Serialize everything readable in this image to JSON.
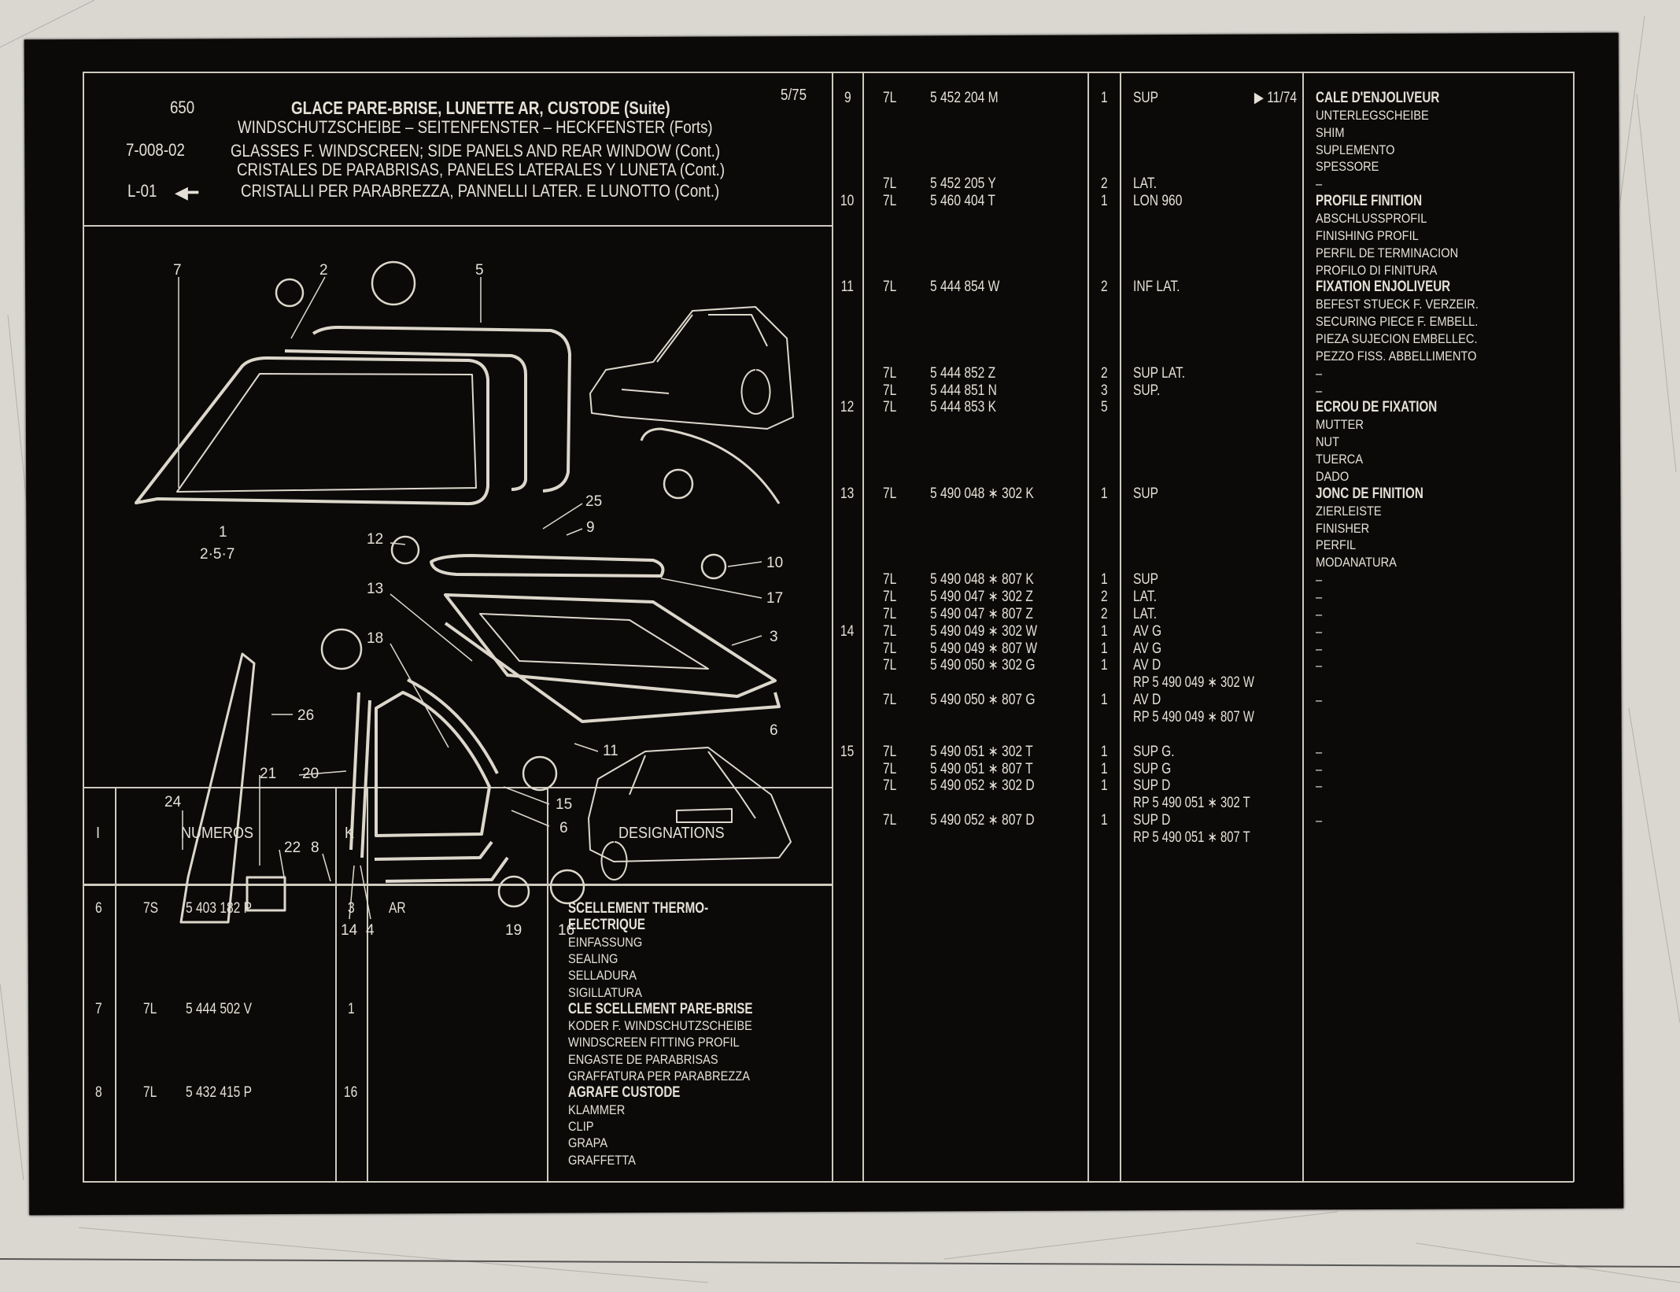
{
  "header": {
    "group_code": "650",
    "date": "5/75",
    "reference": "7-008-02",
    "link": "L-01",
    "link_icon": "arrow-left-icon",
    "titles": [
      "GLACE PARE-BRISE, LUNETTE AR,  CUSTODE (Suite)",
      "WINDSCHUTZSCHEIBE – SEITENFENSTER – HECKFENSTER (Forts)",
      "GLASSES F. WINDSCREEN; SIDE PANELS AND REAR WINDOW (Cont.)",
      "CRISTALES DE PARABRISAS, PANELES LATERALES Y LUNETA (Cont.)",
      "CRISTALLI PER PARABREZZA, PANNELLI LATER. E LUNOTTO (Cont.)"
    ]
  },
  "diagram": {
    "callouts": [
      "7",
      "2",
      "5",
      "1",
      "2·5·7",
      "25",
      "9",
      "12",
      "10",
      "13",
      "17",
      "18",
      "3",
      "26",
      "6",
      "21",
      "20",
      "11",
      "24",
      "15",
      "6",
      "22",
      "8",
      "14",
      "4",
      "19",
      "16"
    ]
  },
  "table_header": {
    "item": "I",
    "numbers": "NUMEROS",
    "qty": "K",
    "designations": "DESIGNATIONS"
  },
  "left_rows": [
    {
      "item": "6",
      "prefix": "7S",
      "number": "5 403 182 P",
      "qty": "3",
      "position": "AR",
      "designation": "SCELLEMENT  THERMO-",
      "bold": true
    },
    {
      "designation": "ELECTRIQUE",
      "bold": true
    },
    {
      "designation": "EINFASSUNG"
    },
    {
      "designation": "SEALING"
    },
    {
      "designation": "SELLADURA"
    },
    {
      "designation": "SIGILLATURA"
    },
    {
      "item": "7",
      "prefix": "7L",
      "number": "5 444 502 V",
      "qty": "1",
      "designation": "CLE SCELLEMENT PARE-BRISE",
      "bold": true
    },
    {
      "designation": "KODER F. WINDSCHUTZSCHEIBE"
    },
    {
      "designation": "WINDSCREEN FITTING PROFIL"
    },
    {
      "designation": "ENGASTE DE PARABRISAS"
    },
    {
      "designation": "GRAFFATURA PER PARABREZZA"
    },
    {
      "item": "8",
      "prefix": "7L",
      "number": "5 432 415 P",
      "qty": "16",
      "designation": "AGRAFE CUSTODE",
      "bold": true
    },
    {
      "designation": "KLAMMER"
    },
    {
      "designation": "CLIP"
    },
    {
      "designation": "GRAPA"
    },
    {
      "designation": "GRAFFETTA"
    }
  ],
  "right_rows": [
    {
      "item": "9",
      "prefix": "7L",
      "number": "5 452 204 M",
      "qty": "1",
      "position": "SUP",
      "note": "▶ 11/74",
      "designation": "CALE D'ENJOLIVEUR",
      "bold": true
    },
    {
      "designation": "UNTERLEGSCHEIBE"
    },
    {
      "designation": "SHIM"
    },
    {
      "designation": "SUPLEMENTO"
    },
    {
      "designation": "SPESSORE"
    },
    {
      "prefix": "7L",
      "number": "5 452 205 Y",
      "qty": "2",
      "position": "LAT.",
      "designation": "–"
    },
    {
      "item": "10",
      "prefix": "7L",
      "number": "5 460 404 T",
      "qty": "1",
      "position": "LON 960",
      "designation": "PROFILE FINITION",
      "bold": true
    },
    {
      "designation": "ABSCHLUSSPROFIL"
    },
    {
      "designation": "FINISHING PROFIL"
    },
    {
      "designation": "PERFIL DE TERMINACION"
    },
    {
      "designation": "PROFILO DI FINITURA"
    },
    {
      "item": "11",
      "prefix": "7L",
      "number": "5 444 854 W",
      "qty": "2",
      "position": "INF LAT.",
      "designation": "FIXATION ENJOLIVEUR",
      "bold": true
    },
    {
      "designation": "BEFEST STUECK F. VERZEIR."
    },
    {
      "designation": "SECURING PIECE F. EMBELL."
    },
    {
      "designation": "PIEZA SUJECION EMBELLEC."
    },
    {
      "designation": "PEZZO FISS. ABBELLIMENTO"
    },
    {
      "prefix": "7L",
      "number": "5 444 852 Z",
      "qty": "2",
      "position": "SUP LAT.",
      "designation": "–"
    },
    {
      "prefix": "7L",
      "number": "5 444 851 N",
      "qty": "3",
      "position": "SUP.",
      "designation": "–"
    },
    {
      "item": "12",
      "prefix": "7L",
      "number": "5 444 853 K",
      "qty": "5",
      "designation": "ECROU DE FIXATION",
      "bold": true
    },
    {
      "designation": "MUTTER"
    },
    {
      "designation": "NUT"
    },
    {
      "designation": "TUERCA"
    },
    {
      "designation": "DADO"
    },
    {
      "item": "13",
      "prefix": "7L",
      "number": "5 490 048 ∗ 302 K",
      "qty": "1",
      "position": "SUP",
      "designation": "JONC DE FINITION",
      "bold": true
    },
    {
      "designation": "ZIERLEISTE"
    },
    {
      "designation": "FINISHER"
    },
    {
      "designation": "PERFIL"
    },
    {
      "designation": "MODANATURA"
    },
    {
      "prefix": "7L",
      "number": "5 490 048 ∗ 807 K",
      "qty": "1",
      "position": "SUP",
      "designation": "–"
    },
    {
      "prefix": "7L",
      "number": "5 490 047 ∗ 302 Z",
      "qty": "2",
      "position": "LAT.",
      "designation": "–"
    },
    {
      "prefix": "7L",
      "number": "5 490 047 ∗ 807 Z",
      "qty": "2",
      "position": "LAT.",
      "designation": "–"
    },
    {
      "item": "14",
      "prefix": "7L",
      "number": "5 490 049 ∗ 302 W",
      "qty": "1",
      "position": "AV G",
      "designation": "–"
    },
    {
      "prefix": "7L",
      "number": "5 490 049 ∗ 807 W",
      "qty": "1",
      "position": "AV G",
      "designation": "–"
    },
    {
      "prefix": "7L",
      "number": "5 490 050 ∗ 302 G",
      "qty": "1",
      "position": "AV D",
      "designation": "–"
    },
    {
      "position": "RP  5 490  049 ∗ 302 W"
    },
    {
      "prefix": "7L",
      "number": "5 490 050 ∗ 807 G",
      "qty": "1",
      "position": "AV D",
      "designation": "–"
    },
    {
      "position": "RP  5 490  049 ∗ 807 W"
    },
    {},
    {
      "item": "15",
      "prefix": "7L",
      "number": "5 490 051 ∗ 302 T",
      "qty": "1",
      "position": "SUP G.",
      "designation": "–"
    },
    {
      "prefix": "7L",
      "number": "5 490 051 ∗ 807 T",
      "qty": "1",
      "position": "SUP G",
      "designation": "–"
    },
    {
      "prefix": "7L",
      "number": "5 490 052 ∗ 302 D",
      "qty": "1",
      "position": "SUP D",
      "designation": "–"
    },
    {
      "position": "RP  5 490  051 ∗ 302  T"
    },
    {
      "prefix": "7L",
      "number": "5 490 052 ∗ 807 D",
      "qty": "1",
      "position": "SUP D",
      "designation": "–"
    },
    {
      "position": "RP  5 490  051 ∗ 807  T"
    }
  ]
}
